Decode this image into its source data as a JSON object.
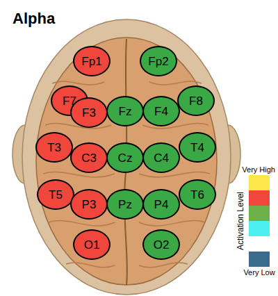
{
  "diagram": {
    "title": "Alpha",
    "nodes": [
      {
        "text": [
          "Fp1"
        ]
      },
      {
        "text": [
          "Fp2"
        ]
      },
      {
        "text": [
          "F7"
        ]
      },
      {
        "text": [
          "F3"
        ]
      },
      {
        "text": [
          "Fz"
        ]
      },
      {
        "text": [
          "F4"
        ]
      },
      {
        "text": [
          "F8"
        ]
      },
      {
        "text": [
          "T3"
        ]
      },
      {
        "text": [
          "C3"
        ]
      },
      {
        "text": [
          "Cz"
        ]
      },
      {
        "text": [
          "C4"
        ]
      },
      {
        "text": [
          "T4"
        ]
      },
      {
        "text": [
          "T5"
        ]
      },
      {
        "text": [
          "P3"
        ]
      },
      {
        "text": [
          "Pz"
        ]
      },
      {
        "text": [
          "P4"
        ]
      },
      {
        "text": [
          "T6"
        ]
      },
      {
        "text": [
          "O1"
        ]
      },
      {
        "text": [
          "O2"
        ]
      }
    ],
    "labels": [
      "Activation Level"
    ],
    "legend": [
      {
        "text": "Very High",
        "color": "#fde64b"
      },
      {
        "text": "Very Low",
        "color": "#3a6b8c"
      }
    ]
  }
}
